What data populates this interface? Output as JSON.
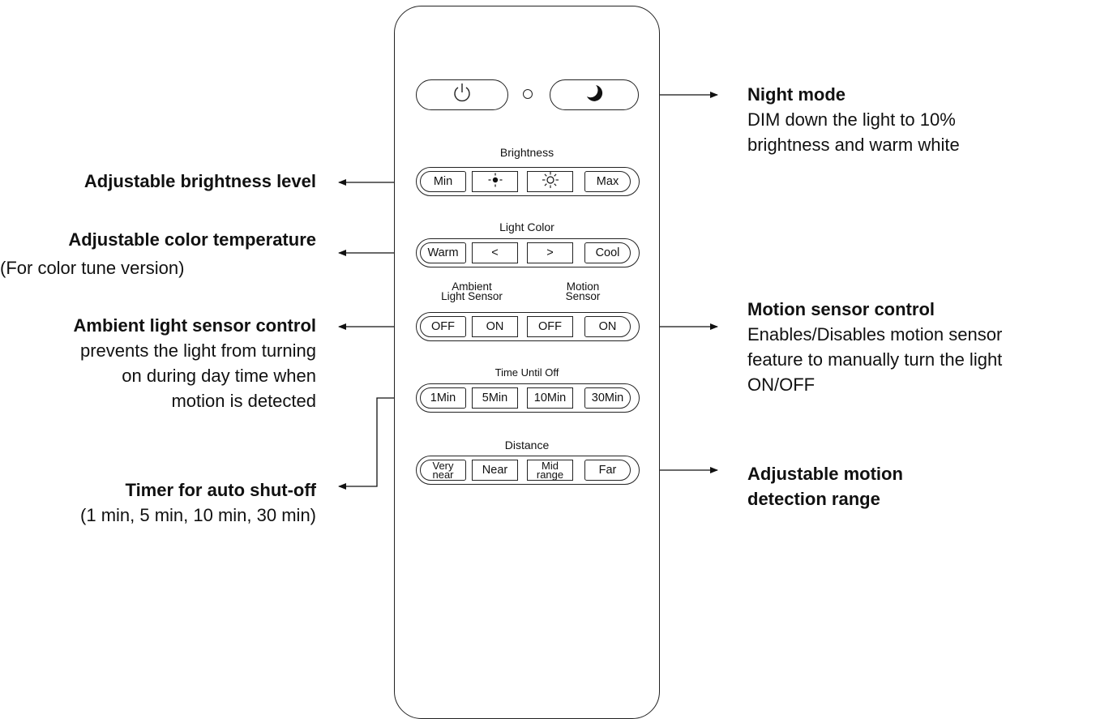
{
  "remote": {
    "power_icon": "power-icon",
    "night_icon": "moon-icon",
    "groups": {
      "brightness": {
        "label": "Brightness",
        "buttons": [
          "Min",
          "",
          "",
          "Max"
        ]
      },
      "light_color": {
        "label": "Light Color",
        "buttons": [
          "Warm",
          "<",
          ">",
          "Cool"
        ]
      },
      "sensors": {
        "ambient_label_1": "Ambient",
        "ambient_label_2": "Light Sensor",
        "motion_label_1": "Motion",
        "motion_label_2": "Sensor",
        "buttons": [
          "OFF",
          "ON",
          "OFF",
          "ON"
        ]
      },
      "timer": {
        "label": "Time Until Off",
        "buttons": [
          "1Min",
          "5Min",
          "10Min",
          "30Min"
        ]
      },
      "distance": {
        "label": "Distance",
        "very_near_1": "Very",
        "very_near_2": "near",
        "near": "Near",
        "mid_1": "Mid",
        "mid_2": "range",
        "far": "Far"
      }
    }
  },
  "annotations": {
    "night_mode": {
      "title": "Night mode",
      "line1": "DIM down the light to 10%",
      "line2": "brightness and warm white"
    },
    "brightness": {
      "title": "Adjustable brightness level"
    },
    "color_temp": {
      "title": "Adjustable color temperature",
      "line1": "(For color tune version)"
    },
    "ambient": {
      "title": "Ambient light sensor control",
      "line1": "prevents the light from turning",
      "line2": "on during day time when",
      "line3": "motion is detected"
    },
    "motion": {
      "title": "Motion sensor control",
      "line1": "Enables/Disables motion sensor",
      "line2": "feature to manually turn the light",
      "line3": "ON/OFF"
    },
    "timer": {
      "title": "Timer for auto shut-off",
      "line1": "(1 min, 5 min, 10 min, 30 min)"
    },
    "distance": {
      "title1": "Adjustable motion",
      "title2": "detection range"
    }
  }
}
